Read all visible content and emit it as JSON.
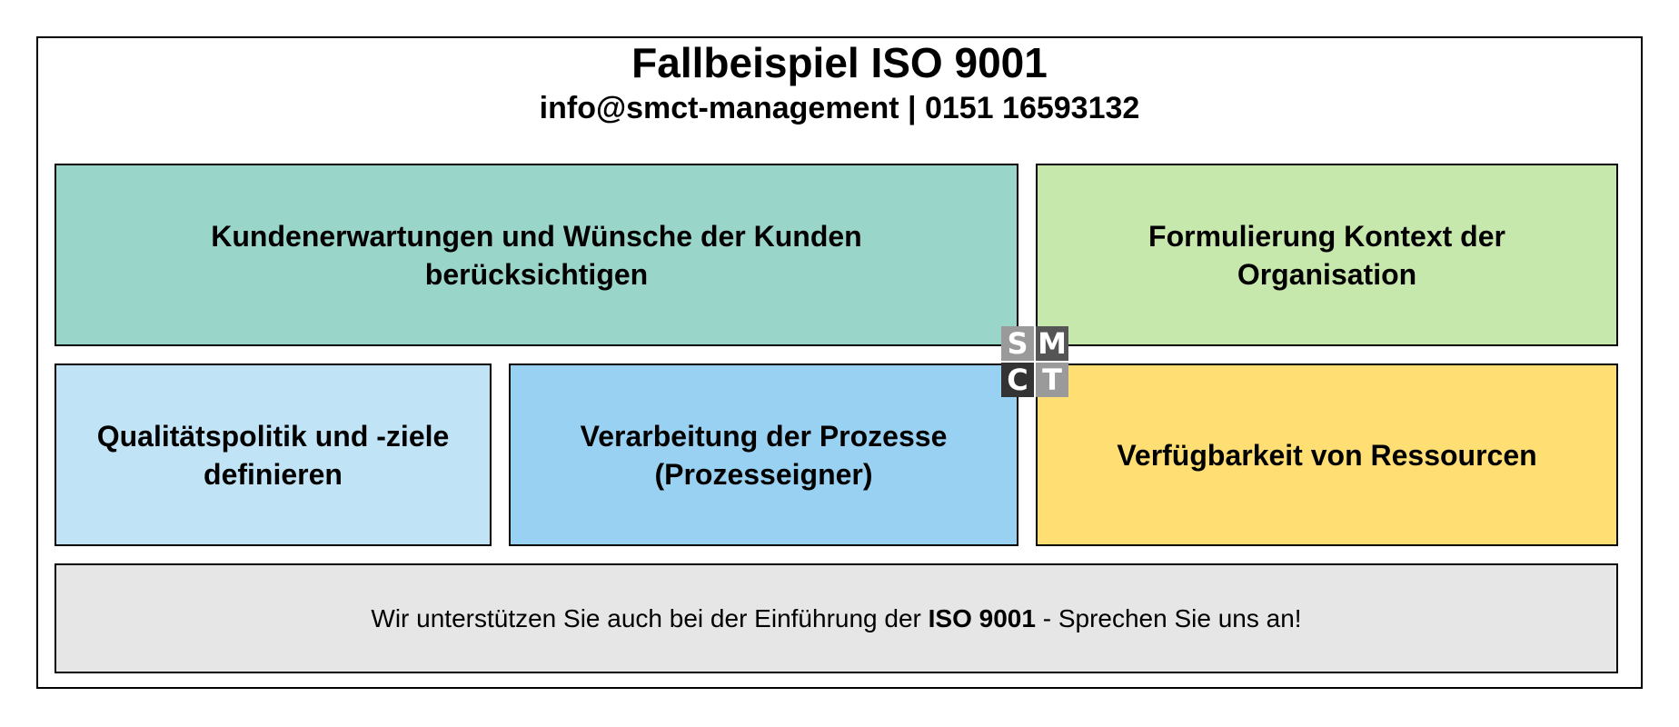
{
  "header": {
    "title": "Fallbeispiel ISO 9001",
    "contact": "info@smct-management | 0151 16593132"
  },
  "boxes": {
    "customer": "Kundenerwartungen und Wünsche der Kunden berücksichtigen",
    "context": "Formulierung Kontext der Organisation",
    "quality": "Qualitätspolitik und -ziele definieren",
    "processes": "Verarbeitung der Prozesse (Prozesseigner)",
    "resources": "Verfügbarkeit von Ressourcen"
  },
  "footer": {
    "text_before": "Wir unterstützen Sie auch bei der Einführung der ",
    "text_bold": "ISO 9001",
    "text_after": " - Sprechen Sie uns an!"
  },
  "logo": {
    "letters": [
      "S",
      "M",
      "C",
      "T"
    ]
  },
  "colors": {
    "customer": "#9ad5c9",
    "context": "#c7e8ad",
    "quality": "#c1e3f6",
    "processes": "#99d1f2",
    "resources": "#ffdf73",
    "footer": "#e6e6e6"
  }
}
